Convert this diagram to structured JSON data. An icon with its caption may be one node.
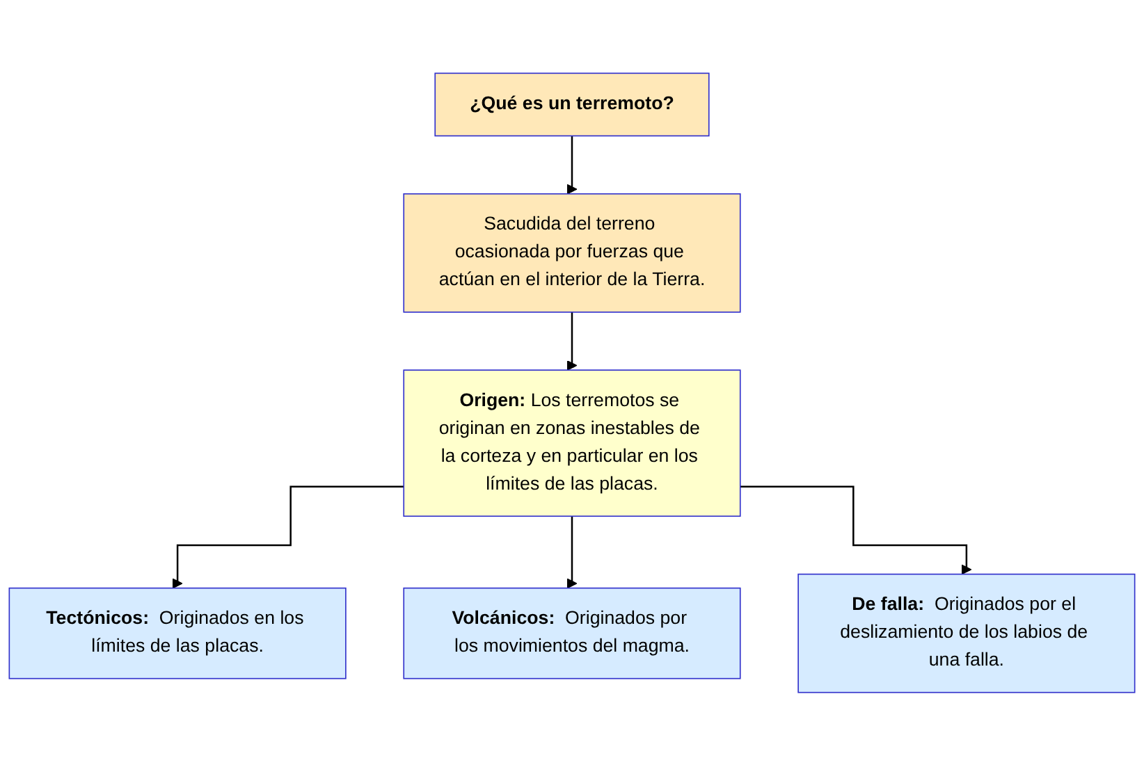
{
  "diagram": {
    "nodes": [
      {
        "text": [
          "¿Qué es un terremoto?"
        ]
      },
      {
        "text": [
          "Sacudida del terreno ocasionada por fuerzas que actúan en el interior de la Tierra."
        ]
      },
      {
        "text": [
          "**Origen:** Los terremotos se originan en zonas inestables de la corteza y en particular en los límites de las placas."
        ]
      },
      {
        "text": [
          "**Tectónicos:**  Originados en los límites de las placas."
        ]
      },
      {
        "text": [
          "**Volcánicos:**  Originados por los movimientos del magma."
        ]
      },
      {
        "text": [
          "**De falla:**  Originados por el deslizamiento de los labios de una falla."
        ]
      }
    ],
    "edges": [
      {
        "from": 0,
        "to": 1,
        "arrow": "to"
      },
      {
        "from": 1,
        "to": 2,
        "arrow": "to"
      },
      {
        "from": 2,
        "to": 3,
        "arrow": "to"
      },
      {
        "from": 2,
        "to": 4,
        "arrow": "to"
      },
      {
        "from": 2,
        "to": 5,
        "arrow": "to"
      }
    ]
  }
}
